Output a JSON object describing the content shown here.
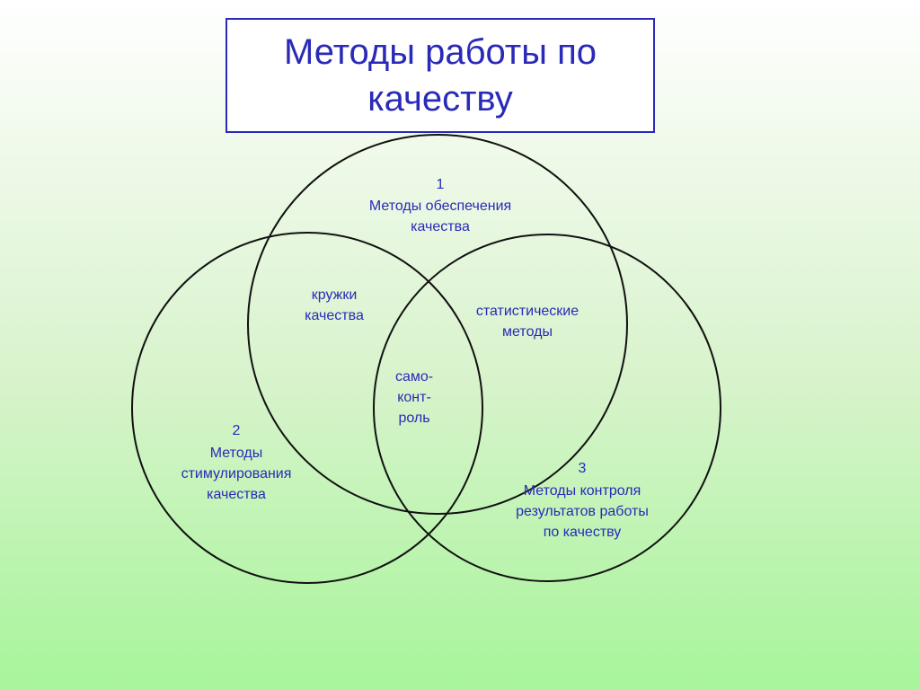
{
  "title": "Методы работы по\nкачеству",
  "colors": {
    "text": "#2a2ab8",
    "outline": "#111111"
  },
  "circles": {
    "c1": {
      "number": "1",
      "text": "Методы обеспечения\nкачества"
    },
    "c2": {
      "number": "2",
      "text": "Методы\nстимулирования\nкачества"
    },
    "c3": {
      "number": "3",
      "text": "Методы контроля\nрезультатов работы\nпо качеству"
    }
  },
  "overlaps": {
    "c1_c2": "кружки\nкачества",
    "c1_c3": "статистические\nметоды",
    "center": "само-\nконт-\nроль"
  }
}
